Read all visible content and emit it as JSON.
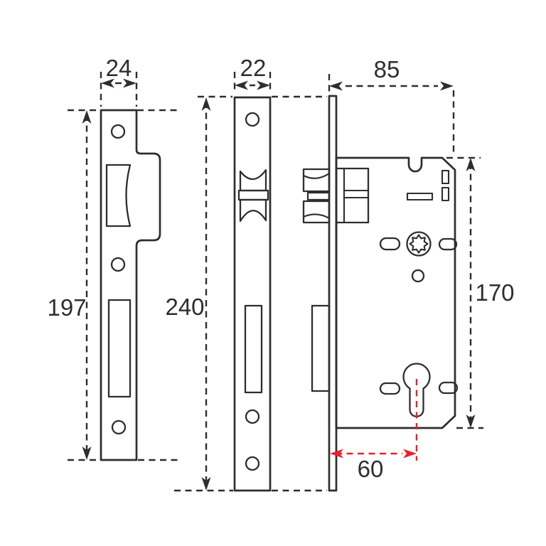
{
  "drawing": {
    "type": "technical-dimension-diagram",
    "subject": "mortise-door-lock-set",
    "views": {
      "strike_plate": "front view of strike plate (left)",
      "faceplate": "front view of lock faceplate (middle)",
      "lock_body": "side view of lock case with euro cylinder hole (right)"
    }
  },
  "dimensions": {
    "strike_plate_width": "24",
    "strike_plate_height": "197",
    "faceplate_width": "22",
    "faceplate_height": "240",
    "lock_body_depth": "85",
    "lock_body_height": "170",
    "backset": "60"
  },
  "colors": {
    "ink": "#2e2e2e",
    "accent_red": "#e8212c",
    "background": "#ffffff"
  }
}
